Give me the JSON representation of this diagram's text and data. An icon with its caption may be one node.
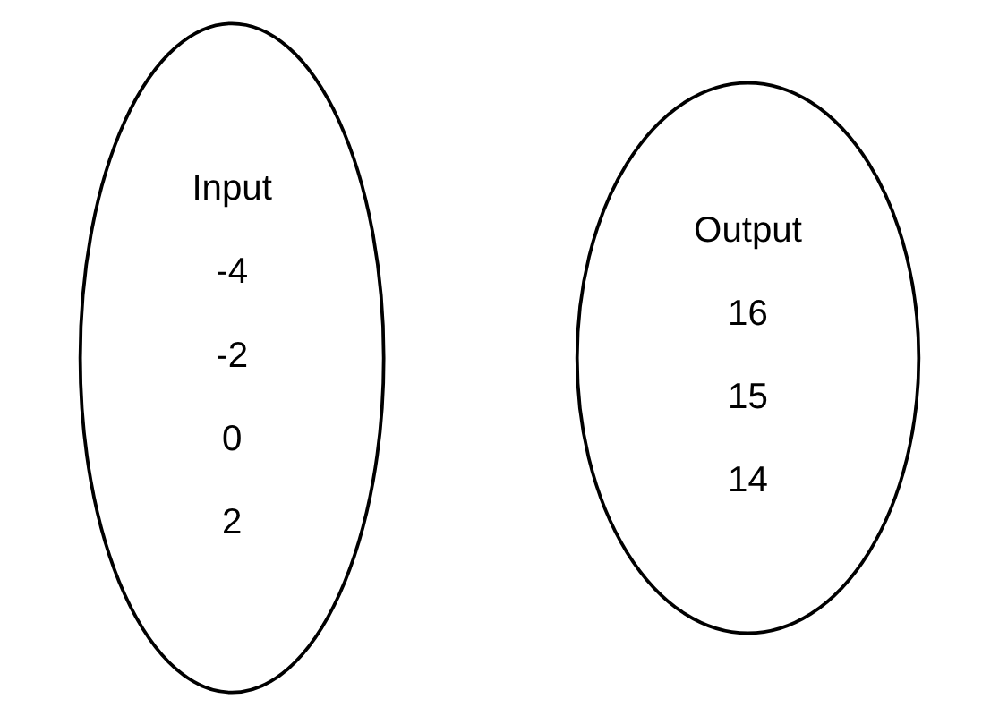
{
  "diagram": {
    "nodes": [
      {
        "text": [
          "Input",
          "-4",
          "-2",
          "0",
          "2"
        ]
      },
      {
        "text": [
          "Output",
          "16",
          "15",
          "14"
        ]
      }
    ],
    "edges": []
  }
}
